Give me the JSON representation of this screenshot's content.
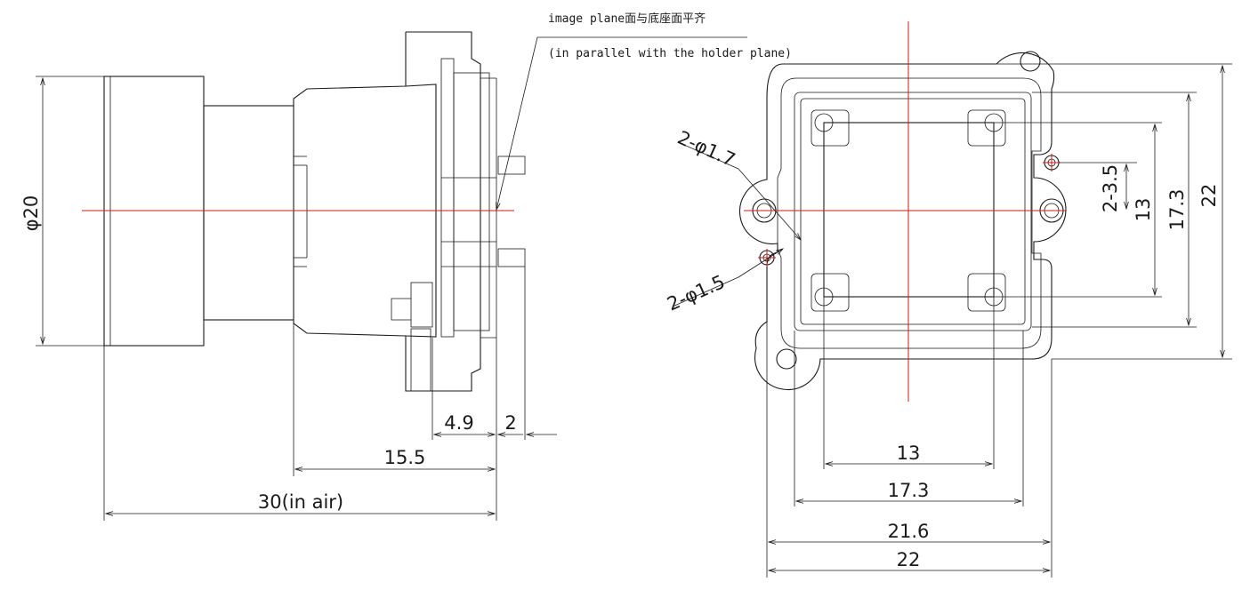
{
  "notes": {
    "image_plane_cn": "image plane面与底座面平齐",
    "image_plane_en": "(in parallel with the holder plane)"
  },
  "side_view": {
    "diameter": "φ20",
    "dim_4_9": "4.9",
    "dim_2": "2",
    "dim_15_5": "15.5",
    "dim_30": "30(in air)"
  },
  "front_view": {
    "holes_1_7": "2-φ1.7",
    "holes_1_5": "2-φ1.5",
    "dim_3_5": "2-3.5",
    "dim_13_v": "13",
    "dim_17_3_v": "17.3",
    "dim_22_v": "22",
    "dim_13_h": "13",
    "dim_17_3_h": "17.3",
    "dim_21_6_h": "21.6",
    "dim_22_h": "22"
  },
  "colors": {
    "line": "#1a1a1a",
    "centerline": "#d21a1a",
    "background": "#ffffff"
  }
}
